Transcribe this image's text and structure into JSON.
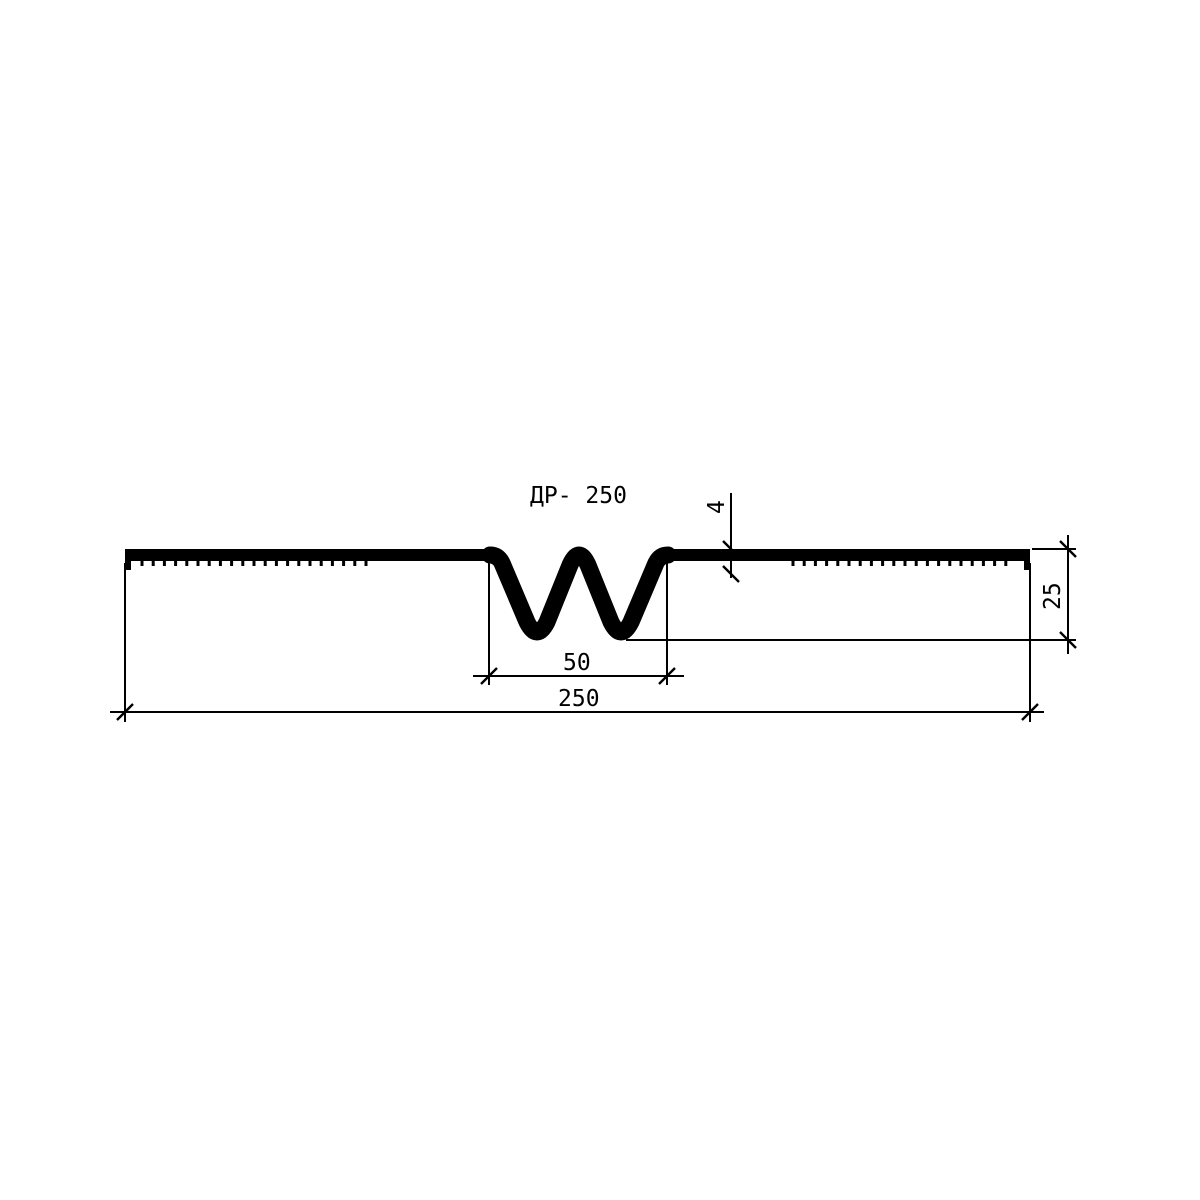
{
  "drawing": {
    "title": "ДР- 250",
    "dimensions": {
      "overall_width": "250",
      "groove_width": "50",
      "height": "25",
      "thickness": "4"
    },
    "colors": {
      "line": "#000000",
      "background": "#ffffff"
    }
  }
}
